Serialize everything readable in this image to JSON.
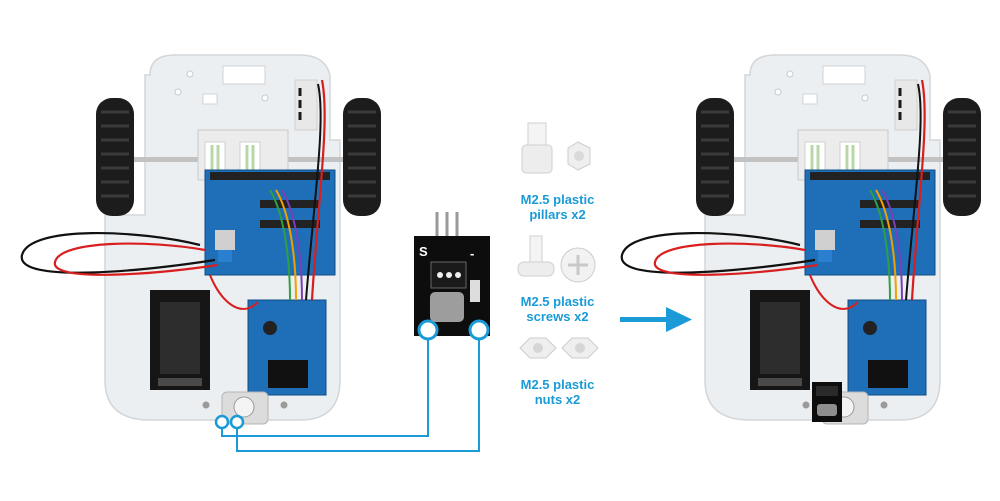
{
  "colors": {
    "accent": "#1a9bd7",
    "chassis": "#eceff1",
    "board_blue": "#1f6fb8",
    "wheel": "#1c1c1c",
    "motor": "#ececec",
    "wire_red": "#d81e1e",
    "wire_black": "#111111",
    "module": "#0d0d0d"
  },
  "module": {
    "pin_marks": [
      "S",
      "-"
    ]
  },
  "parts": [
    {
      "label": "M2.5 plastic\npillars x2"
    },
    {
      "label": "M2.5 plastic\nscrews x2"
    },
    {
      "label": "M2.5 plastic\nnuts x2"
    }
  ],
  "icons": {
    "flow": "arrow-right-icon"
  }
}
